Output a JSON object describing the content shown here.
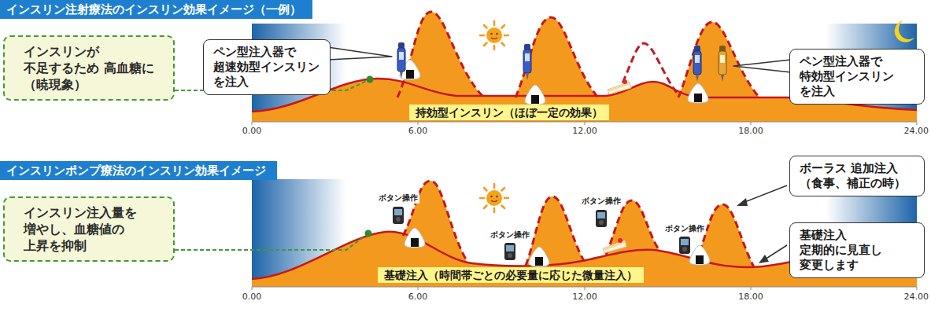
{
  "diagram": {
    "nodes": [
      {
        "text": [
          "インスリン注射療法のインスリン効果イメージ（一例）"
        ]
      },
      {
        "text": [
          "インスリンが 不足するため 高血糖に（暁現象）"
        ]
      },
      {
        "text": [
          "ペン型注入器で 超速効型インスリン を注入"
        ]
      },
      {
        "text": [
          "ペン型注入器で 特効型インスリン を注入"
        ]
      },
      {
        "text": [
          "持効型インスリン（ほぼ一定の効果）"
        ]
      },
      {
        "text": [
          "インスリンポンプ療法のインスリン効果イメージ"
        ]
      },
      {
        "text": [
          "インスリン注入量を 増やし、血糖値の 上昇を抑制"
        ]
      },
      {
        "text": [
          "ボーラス 追加注入 （食事、補正の時）"
        ]
      },
      {
        "text": [
          "基礎注入 定期的に見直し 変更します"
        ]
      },
      {
        "text": [
          "基礎注入（時間帯ごとの必要量に応じた微量注入）"
        ]
      }
    ],
    "labels": [
      "0.00",
      "6.00",
      "12.00",
      "18.00",
      "24.00",
      "ボタン操作",
      "ボタン操作",
      "ボタン操作",
      "ボタン操作",
      "0.00",
      "6.00",
      "12.00",
      "18.00",
      "24.00"
    ]
  }
}
